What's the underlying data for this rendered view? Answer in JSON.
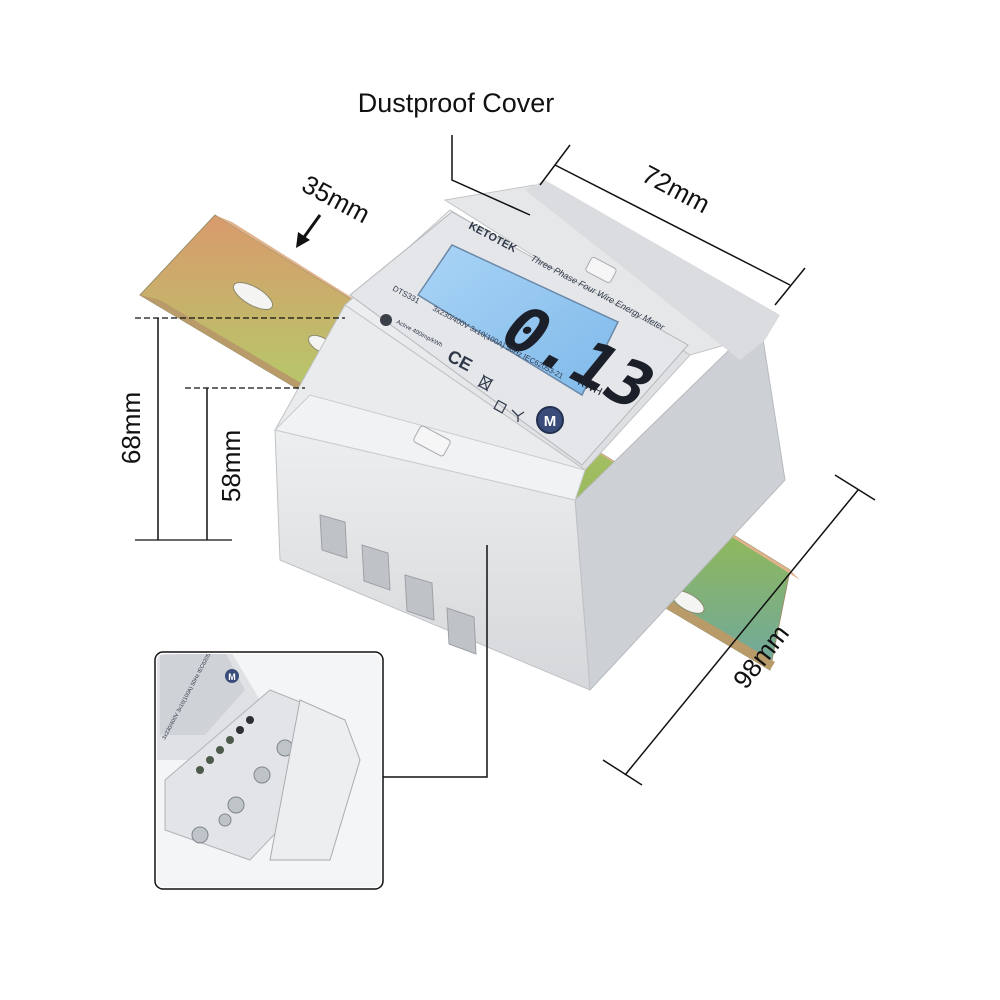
{
  "labels": {
    "dustproof_cover": "Dustproof Cover",
    "depth": "35mm",
    "width": "72mm",
    "height_total": "68mm",
    "height_front": "58mm",
    "length": "98mm"
  },
  "meter": {
    "brand": "KETOTEK",
    "product_line": "Three Phase Four Wire Energy Meter",
    "model": "DTS331",
    "spec_line": "3x230/400V  3x10(100A)  50Hz  IEC62053-21",
    "active_label": "Active 400imp/kWh",
    "ce_mark": "CE",
    "m_logo": "M",
    "display": {
      "reading": "0.13",
      "unit": "KWH"
    }
  },
  "inset": {
    "caption_spec": "3x230/400V 3x10(100A) 50Hz IEC62053-21",
    "m_logo": "M"
  },
  "colors": {
    "lcd": "#8ec4f0",
    "body": "#e8e9eb",
    "rail_green": "#8fb85a",
    "rail_copper": "#d99a6c"
  }
}
